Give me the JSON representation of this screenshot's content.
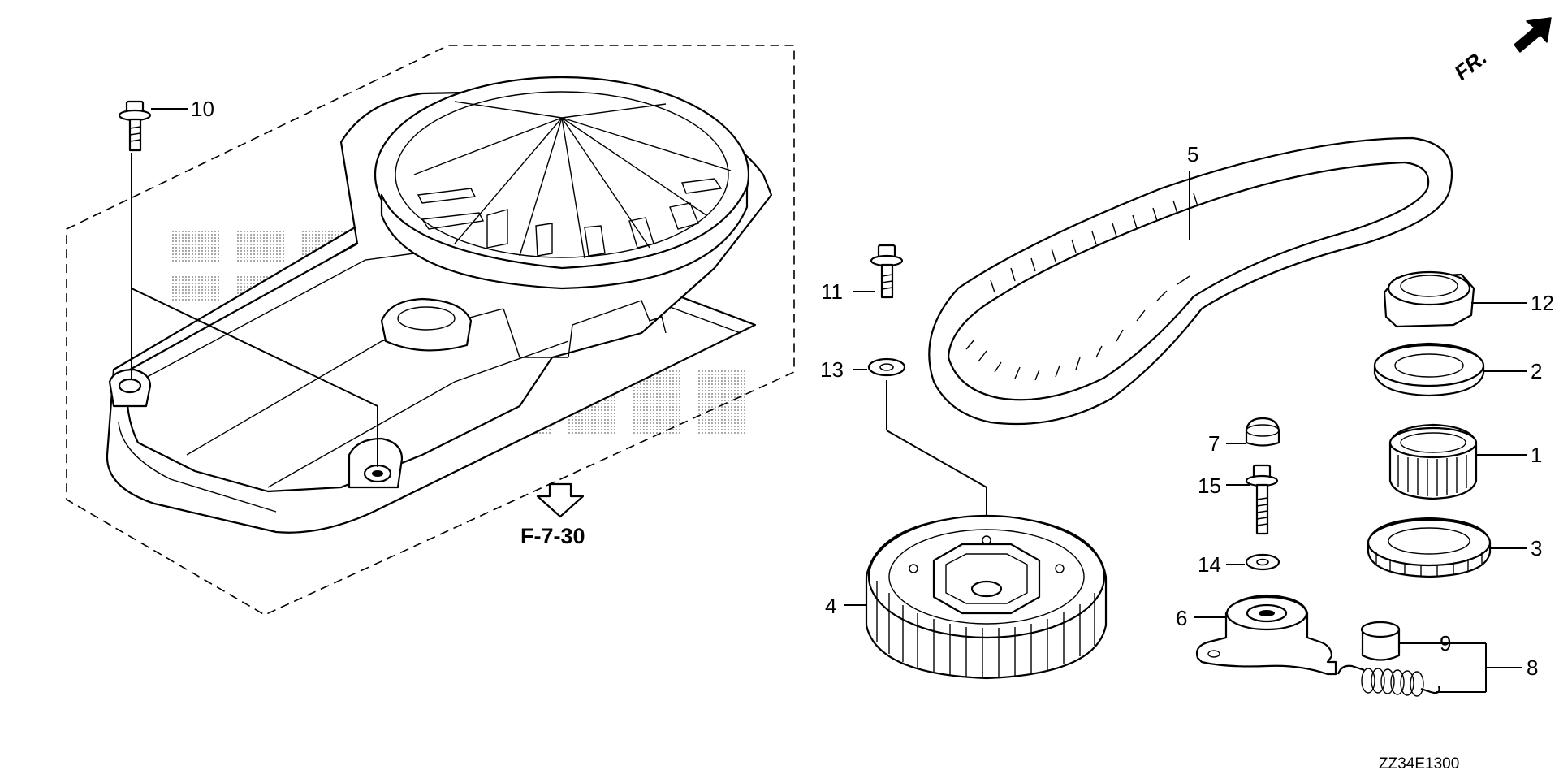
{
  "diagram": {
    "code": "ZZ34E1300",
    "direction_label": "FR.",
    "reference": {
      "label": "F-7-30"
    },
    "callouts": [
      {
        "id": "1",
        "label": "1"
      },
      {
        "id": "2",
        "label": "2"
      },
      {
        "id": "3",
        "label": "3"
      },
      {
        "id": "4",
        "label": "4"
      },
      {
        "id": "5",
        "label": "5"
      },
      {
        "id": "6",
        "label": "6"
      },
      {
        "id": "7",
        "label": "7"
      },
      {
        "id": "8",
        "label": "8"
      },
      {
        "id": "9",
        "label": "9"
      },
      {
        "id": "10",
        "label": "10"
      },
      {
        "id": "11",
        "label": "11"
      },
      {
        "id": "12",
        "label": "12"
      },
      {
        "id": "13",
        "label": "13"
      },
      {
        "id": "14",
        "label": "14"
      },
      {
        "id": "15",
        "label": "15"
      }
    ]
  }
}
